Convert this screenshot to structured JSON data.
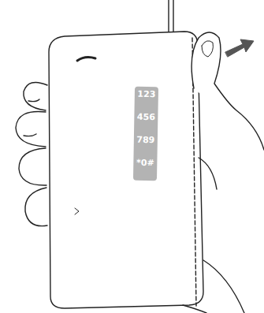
{
  "diagram": {
    "nodes": [
      {
        "text": [
          "123",
          "456",
          "789",
          "*0#"
        ]
      }
    ]
  }
}
